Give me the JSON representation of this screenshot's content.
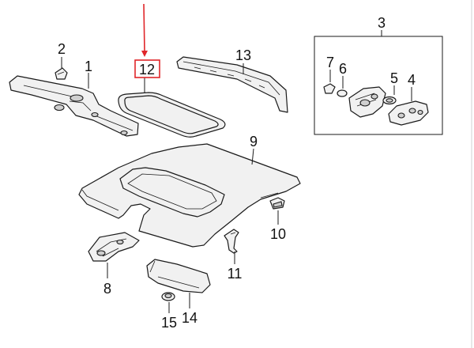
{
  "diagram": {
    "callouts": [
      {
        "id": "1",
        "label": "1"
      },
      {
        "id": "2",
        "label": "2"
      },
      {
        "id": "3",
        "label": "3"
      },
      {
        "id": "4",
        "label": "4"
      },
      {
        "id": "5",
        "label": "5"
      },
      {
        "id": "6",
        "label": "6"
      },
      {
        "id": "7",
        "label": "7"
      },
      {
        "id": "8",
        "label": "8"
      },
      {
        "id": "9",
        "label": "9"
      },
      {
        "id": "10",
        "label": "10"
      },
      {
        "id": "11",
        "label": "11"
      },
      {
        "id": "12",
        "label": "12"
      },
      {
        "id": "13",
        "label": "13"
      },
      {
        "id": "14",
        "label": "14"
      },
      {
        "id": "15",
        "label": "15"
      }
    ],
    "highlighted_callout": "12",
    "highlight_color": "#e0262a",
    "line_color": "#1a1a1a",
    "part_fill": "#f1f1f1"
  }
}
